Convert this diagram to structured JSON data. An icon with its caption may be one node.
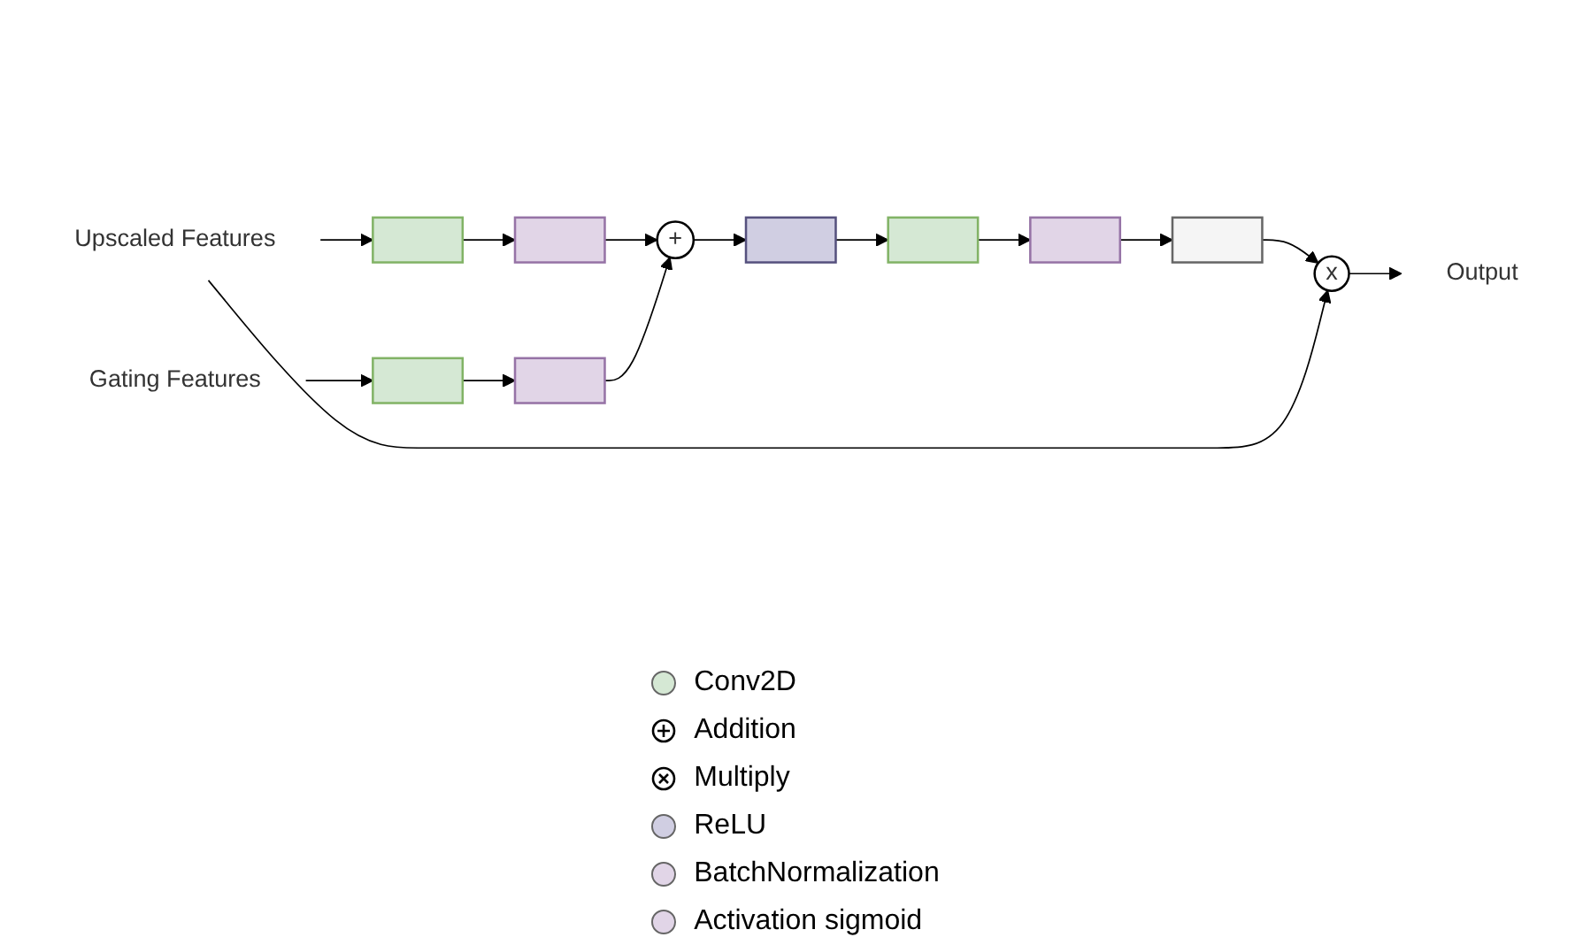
{
  "diagram": {
    "nodes": [
      {
        "text": [
          "Upscaled Features"
        ]
      },
      {
        "text": [
          "Gating Features"
        ]
      },
      {
        "text": [],
        "shape": "box"
      },
      {
        "text": [],
        "shape": "box"
      },
      {
        "text": [],
        "shape": "box"
      },
      {
        "text": [],
        "shape": "box"
      },
      {
        "text": [
          "+"
        ]
      },
      {
        "text": [],
        "shape": "box"
      },
      {
        "text": [],
        "shape": "box"
      },
      {
        "text": [],
        "shape": "box"
      },
      {
        "text": [],
        "shape": "box"
      },
      {
        "text": [
          "x"
        ]
      },
      {
        "text": [
          "Output"
        ]
      }
    ],
    "edges": [
      {
        "from": 0,
        "to": 2,
        "arrow": "to"
      },
      {
        "from": 2,
        "to": 3,
        "arrow": "to"
      },
      {
        "from": 3,
        "to": 6,
        "arrow": "to"
      },
      {
        "from": 1,
        "to": 4,
        "arrow": "to"
      },
      {
        "from": 4,
        "to": 5,
        "arrow": "to"
      },
      {
        "from": 5,
        "to": 6,
        "arrow": "to"
      },
      {
        "from": 6,
        "to": 7,
        "arrow": "to"
      },
      {
        "from": 7,
        "to": 8,
        "arrow": "to"
      },
      {
        "from": 8,
        "to": 9,
        "arrow": "to"
      },
      {
        "from": 9,
        "to": 10,
        "arrow": "to"
      },
      {
        "from": 10,
        "to": 11,
        "arrow": "to"
      },
      {
        "from": 11,
        "to": 12,
        "arrow": "to"
      },
      {
        "from": 0,
        "to": 11,
        "arrow": "to"
      }
    ],
    "legend": [
      {
        "text": "Conv2D",
        "color": "#d5e8d4"
      },
      {
        "text": "Addition"
      },
      {
        "text": "Multiply"
      },
      {
        "text": "ReLU",
        "color": "#d0cee2"
      },
      {
        "text": "BatchNormalization",
        "color": "#e1d5e7"
      },
      {
        "text": "Activation sigmoid",
        "color": "#e1d5e7"
      }
    ]
  }
}
